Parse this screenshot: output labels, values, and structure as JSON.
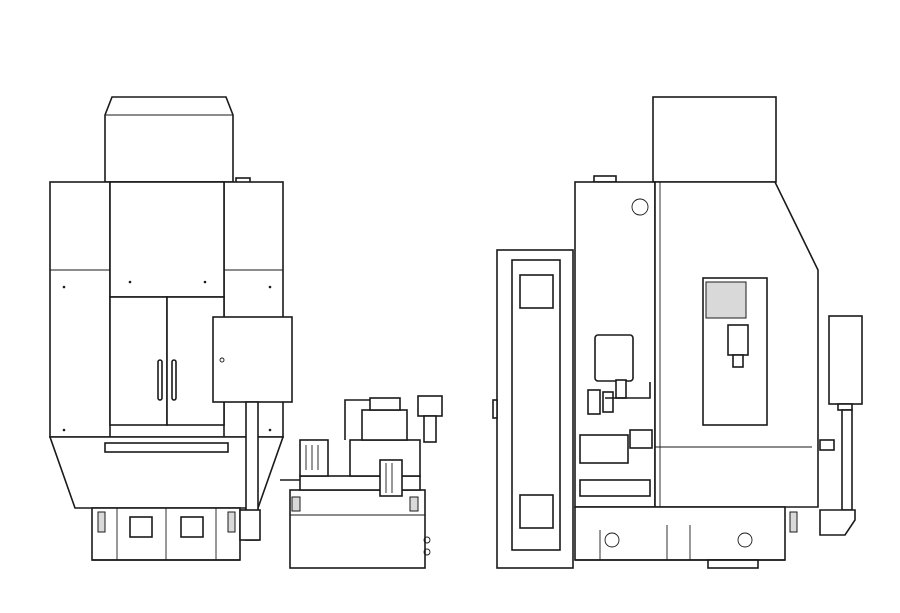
{
  "drawing": {
    "views": [
      {
        "id": "front-view"
      },
      {
        "id": "coolant-unit"
      },
      {
        "id": "side-view"
      }
    ],
    "colors": {
      "line": "#1a1a1a",
      "background": "#ffffff"
    }
  }
}
